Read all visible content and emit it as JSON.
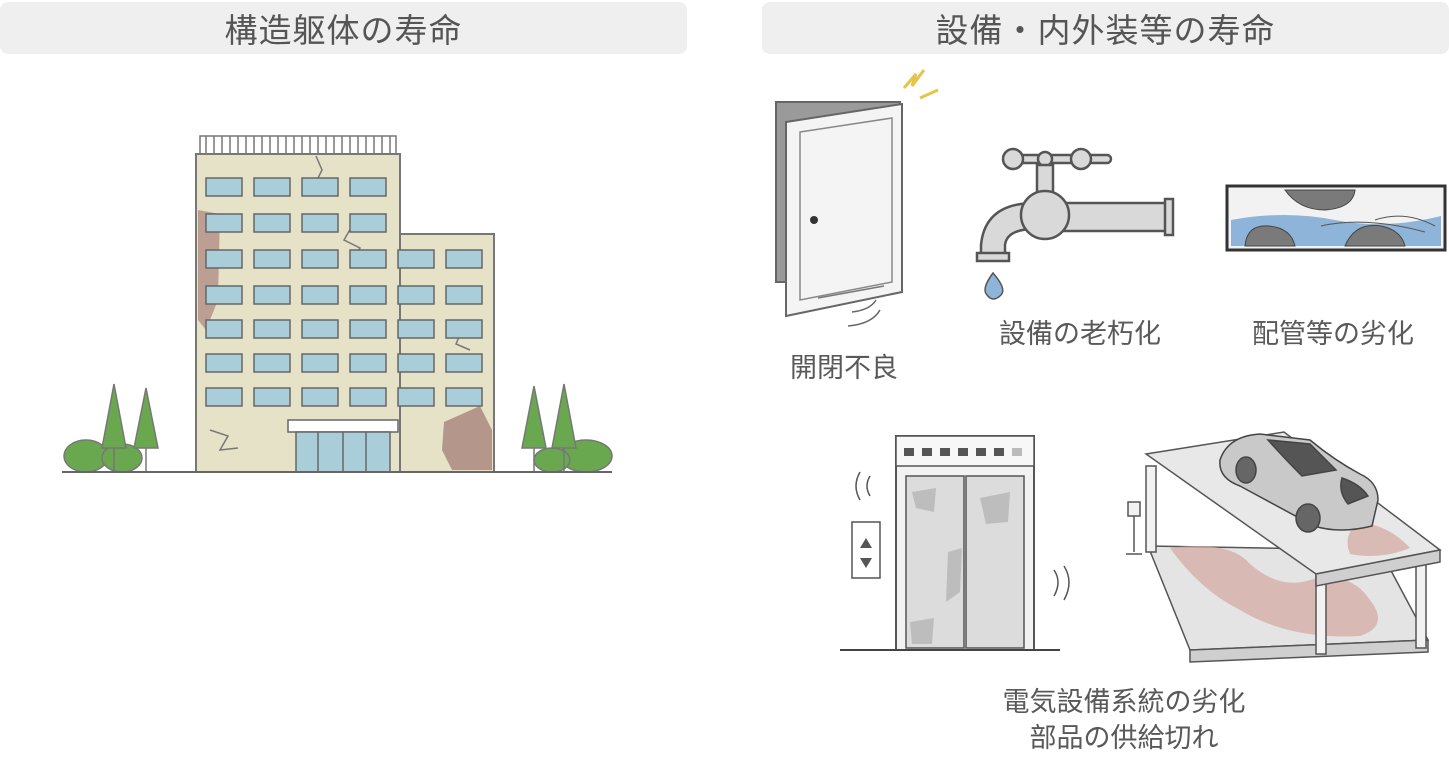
{
  "headers": {
    "structure_title": "構造躯体の寿命",
    "equipment_title": "設備・内外装等の寿命"
  },
  "labels": {
    "door": "開閉不良",
    "faucet": "設備の老朽化",
    "pipe": "配管等の劣化",
    "electrical_line1": "電気設備系統の劣化",
    "electrical_line2": "部品の供給切れ"
  },
  "colors": {
    "header_bg": "#efefef",
    "text": "#555555",
    "building": "#e6e2c8",
    "window": "#a9cdd9",
    "tree": "#6aa84f",
    "stain": "#a9837a",
    "water": "#8fb4d9"
  }
}
